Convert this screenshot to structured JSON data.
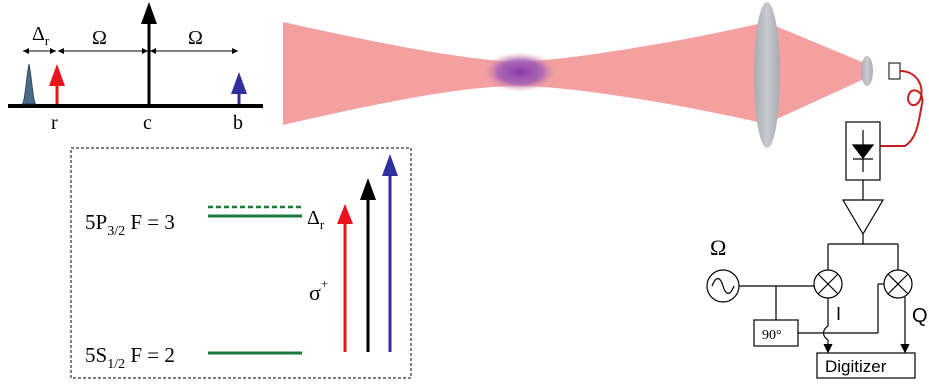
{
  "spectrum": {
    "delta_label": "Δ",
    "delta_sub": "r",
    "omega_left": "Ω",
    "omega_right": "Ω",
    "label_r": "r",
    "label_c": "c",
    "label_b": "b",
    "colors": {
      "red": "#e8141e",
      "black": "#000000",
      "blue": "#2f2f9e",
      "peak": "#4a6a8a"
    }
  },
  "levels": {
    "upper_main": "5P",
    "upper_sub": "3/2",
    "upper_f": " F = 3",
    "lower_main": "5S",
    "lower_sub": "1/2",
    "lower_f": " F = 2",
    "delta_label": "Δ",
    "delta_sub": "r",
    "sigma_label": "σ",
    "sigma_sup": "+",
    "level_color": "#1a7a3a"
  },
  "beam": {
    "beam_color": "#f4a0a0",
    "cloud_color": "#8a3aa8",
    "lens_color": "#b4b6bc",
    "fiber_color": "#c81e1e"
  },
  "electronics": {
    "omega_label": "Ω",
    "phase_label": "90°",
    "i_label": "I",
    "q_label": "Q",
    "digitizer_label": "Digitizer"
  }
}
